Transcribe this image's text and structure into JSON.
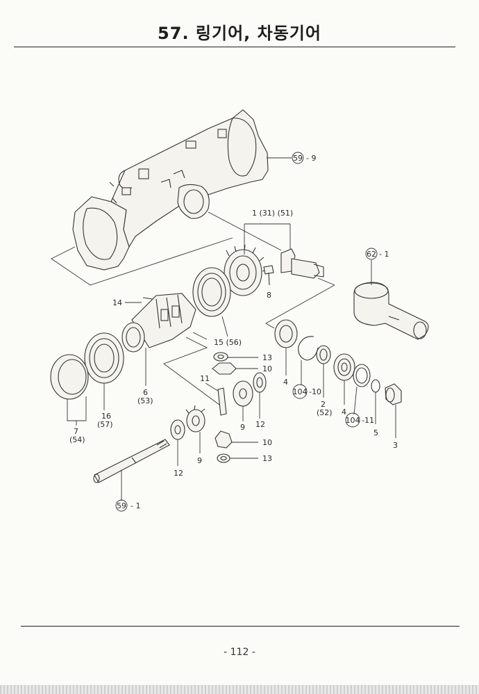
{
  "page": {
    "title": "57. 링기어, 차동기어",
    "page_number": "- 112 -"
  },
  "callouts": {
    "c59_9": {
      "ref": "59",
      "suffix": "- 9"
    },
    "c62_1": {
      "ref": "62",
      "suffix": "- 1"
    },
    "c104_10": {
      "ref": "104",
      "suffix": "-10"
    },
    "c104_11": {
      "ref": "104",
      "suffix": "-11"
    },
    "c59_1": {
      "ref": "59",
      "suffix": "- 1"
    }
  },
  "labels": {
    "l1": "1 (31) (51)",
    "l8": "8",
    "l14": "14",
    "l15": "15 (56)",
    "l4a": "4",
    "l13a": "13",
    "l10a": "10",
    "l11": "11",
    "l6": "6",
    "l53": "(53)",
    "l16": "16",
    "l57": "(57)",
    "l7": "7",
    "l54": "(54)",
    "l9a": "9",
    "l12a": "12",
    "l2": "2",
    "l52": "(52)",
    "l4b": "4",
    "l5": "5",
    "l3": "3",
    "l10b": "10",
    "l13b": "13",
    "l12b": "12",
    "l9b": "9"
  }
}
